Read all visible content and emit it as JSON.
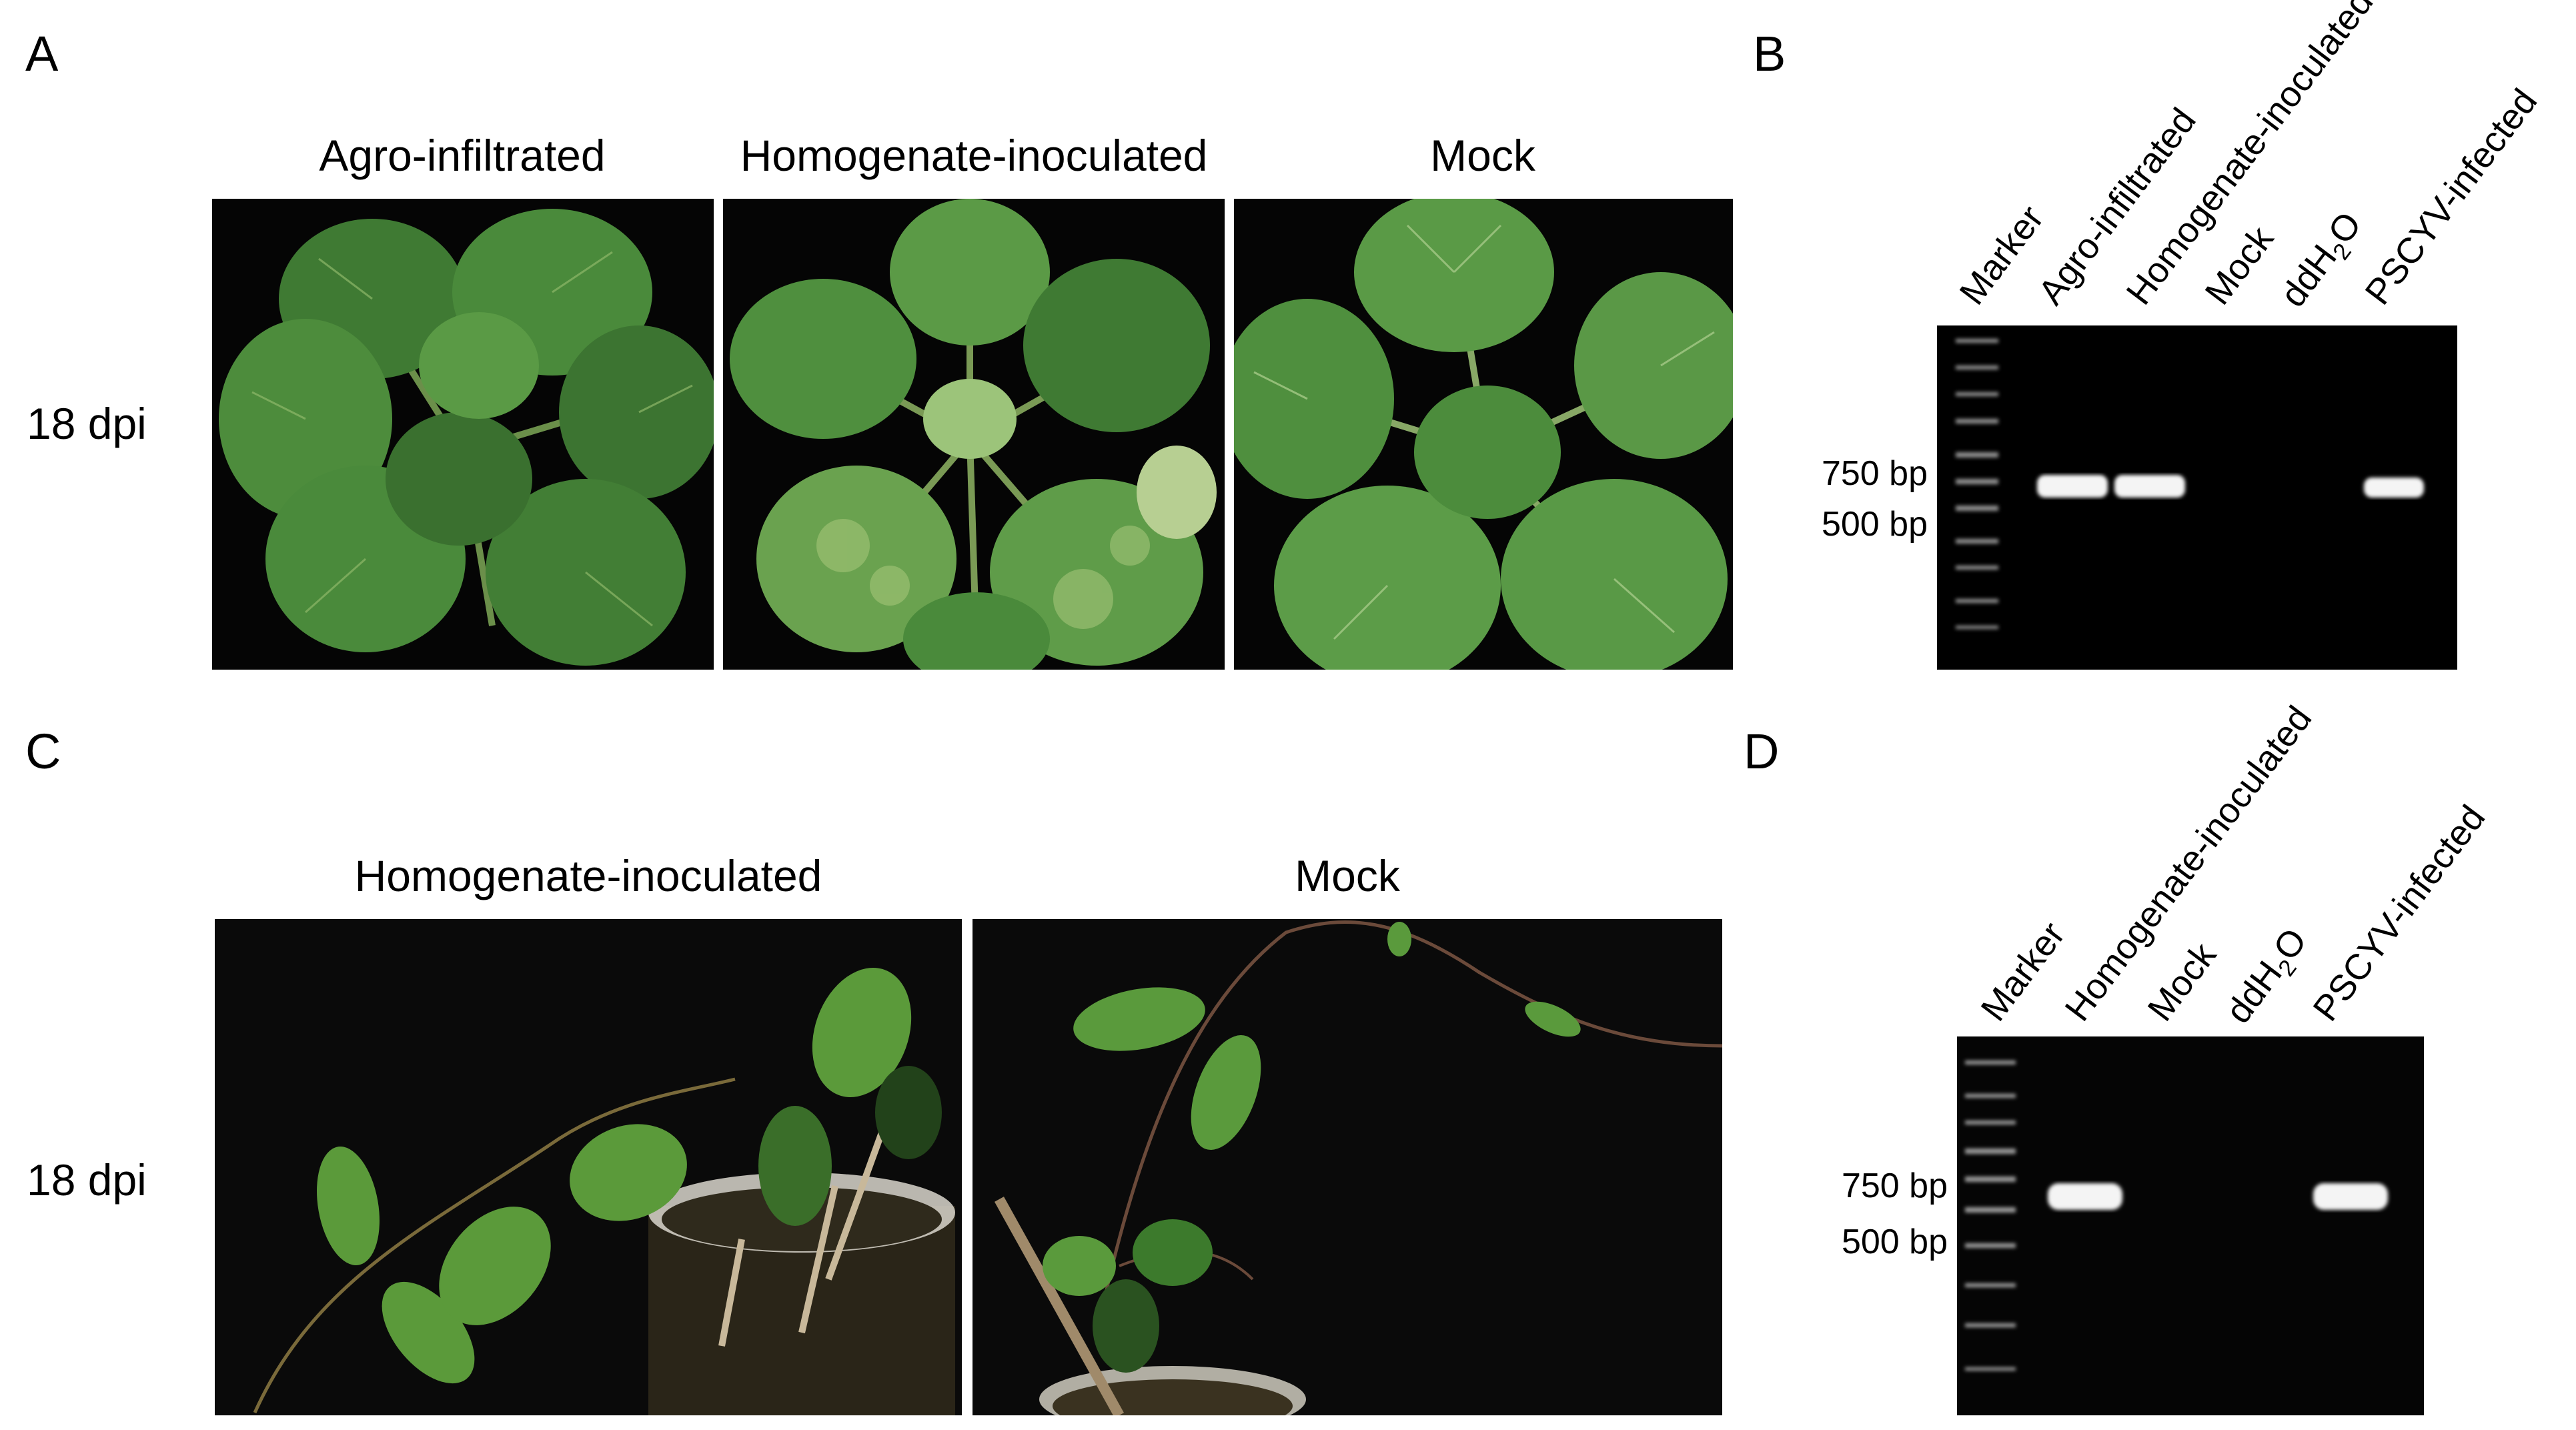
{
  "panels": {
    "A": {
      "letter": "A",
      "row_label": "18 dpi",
      "columns": [
        "Agro-infiltrated",
        "Homogenate-inoculated",
        "Mock"
      ]
    },
    "B": {
      "letter": "B",
      "lanes": [
        "Marker",
        "Agro-infiltrated",
        "Homogenate-inoculated",
        "Mock",
        "ddH2O",
        "PSCYV-infected"
      ],
      "size_labels": [
        "750 bp",
        "500 bp"
      ],
      "band_present": [
        false,
        true,
        true,
        false,
        false,
        true
      ]
    },
    "C": {
      "letter": "C",
      "row_label": "18 dpi",
      "columns": [
        "Homogenate-inoculated",
        "Mock"
      ]
    },
    "D": {
      "letter": "D",
      "lanes": [
        "Marker",
        "Homogenate-inoculated",
        "Mock",
        "ddH2O",
        "PSCYV-infected"
      ],
      "size_labels": [
        "750 bp",
        "500 bp"
      ],
      "band_present": [
        false,
        true,
        false,
        false,
        true
      ]
    }
  },
  "colors": {
    "leaf": "#4c8a3a",
    "leaf_dark": "#2f6326",
    "background_photo": "#050505",
    "gel_background": "#000000",
    "band": "#f4f4f4"
  }
}
